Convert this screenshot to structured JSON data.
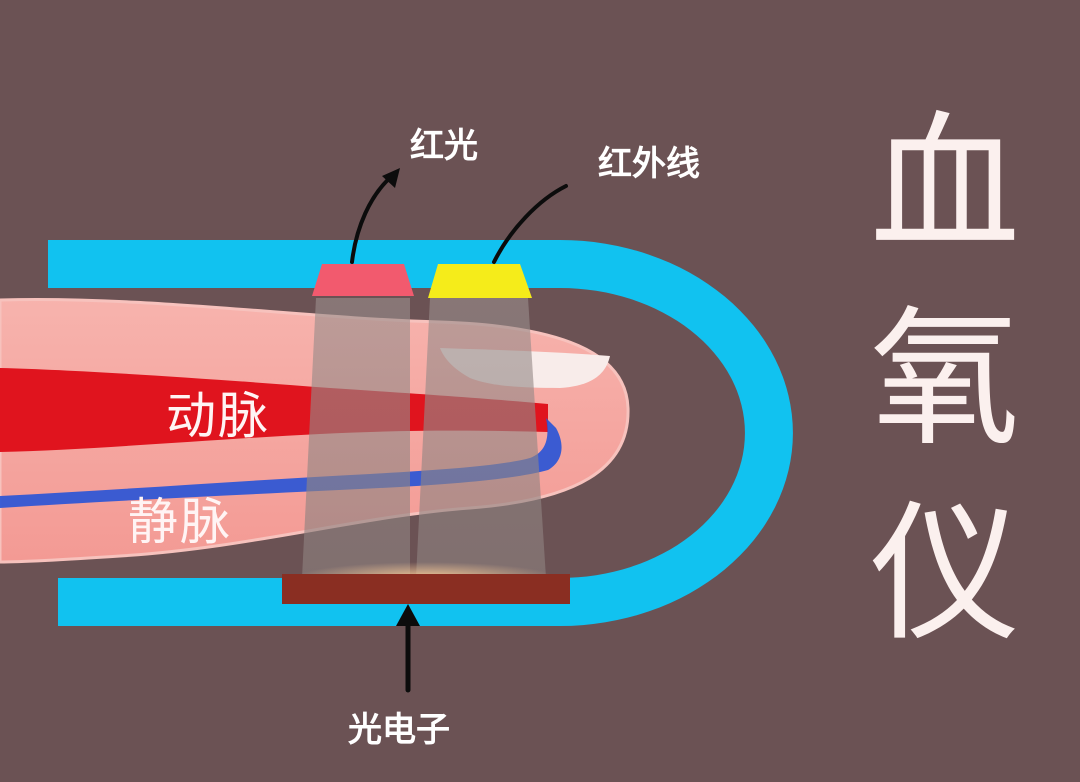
{
  "title": "血氧仪",
  "labels": {
    "red_light": "红光",
    "infrared": "红外线",
    "artery": "动脉",
    "vein": "静脉",
    "photoelectron": "光电子"
  },
  "colors": {
    "background": "#6b5254",
    "clip": "#11c2f0",
    "finger": "#f6a29e",
    "artery": "#e0141e",
    "vein": "#2a55d6",
    "red_led": "#f25a6e",
    "ir_led": "#f5ec1a",
    "sensor": "#8a2e22",
    "nail": "#f8ecea"
  }
}
